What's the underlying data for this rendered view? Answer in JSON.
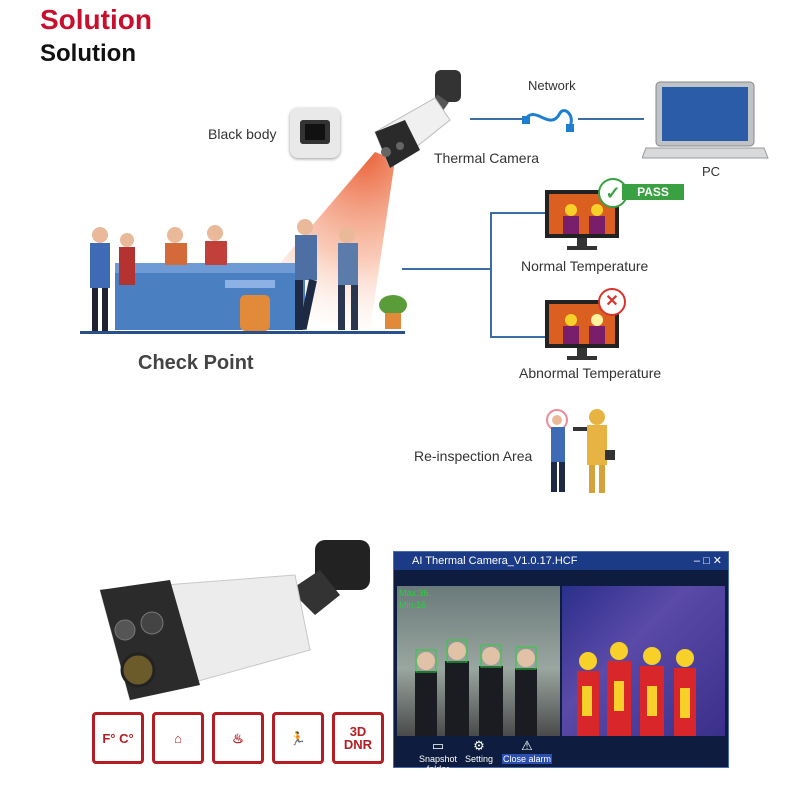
{
  "title": {
    "primary": "Solution",
    "secondary": "Solution"
  },
  "nodes": {
    "black_body": "Black body",
    "thermal_camera": "Thermal Camera",
    "network": "Network",
    "pc": "PC",
    "normal_temperature": "Normal Temperature",
    "abnormal_temperature": "Abnormal Temperature",
    "reinspection_area": "Re-inspection Area",
    "check_point": "Check Point",
    "pass_badge": "PASS"
  },
  "feature_icons": [
    {
      "name": "thermometer-icon",
      "label": "F° C°"
    },
    {
      "name": "fire-alarm-icon",
      "label": ""
    },
    {
      "name": "smoke-icon",
      "label": ""
    },
    {
      "name": "running-person-icon",
      "label": ""
    },
    {
      "name": "3d-dnr-icon",
      "label": "3D DNR"
    }
  ],
  "software": {
    "window_title": "AI Thermal Camera_V1.0.17.HCF",
    "max_reading": "Max:36.",
    "min_reading": "Min:16.",
    "toolbar": [
      "Snapshot folder",
      "Setting",
      "Close alarm"
    ]
  },
  "colors": {
    "accent_red": "#c8102e",
    "line_blue": "#3a6ea5",
    "pass_green": "#3aa142",
    "fail_red": "#d9342b",
    "window_blue": "#1b3b86"
  }
}
